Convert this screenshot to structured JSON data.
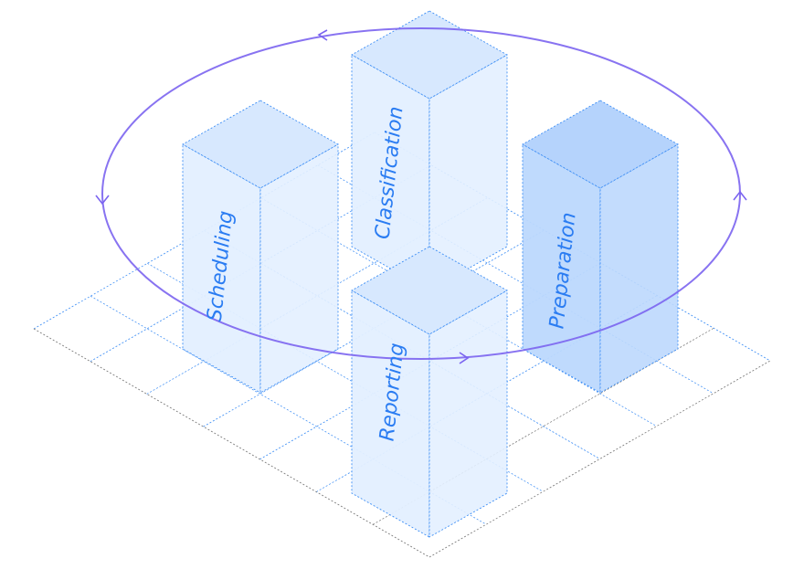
{
  "boxes": [
    {
      "id": "scheduling",
      "label": "Scheduling"
    },
    {
      "id": "classification",
      "label": "Classification"
    },
    {
      "id": "preparation",
      "label": "Preparation"
    },
    {
      "id": "reporting",
      "label": "Reporting"
    }
  ],
  "colors": {
    "grid": "#3d8ef5",
    "edge": "#3d8ef5",
    "cycle": "#7b64f0",
    "box_fill": "#e3efff",
    "box_highlight": "#bcd8fd",
    "text": "#2a7cf2"
  }
}
